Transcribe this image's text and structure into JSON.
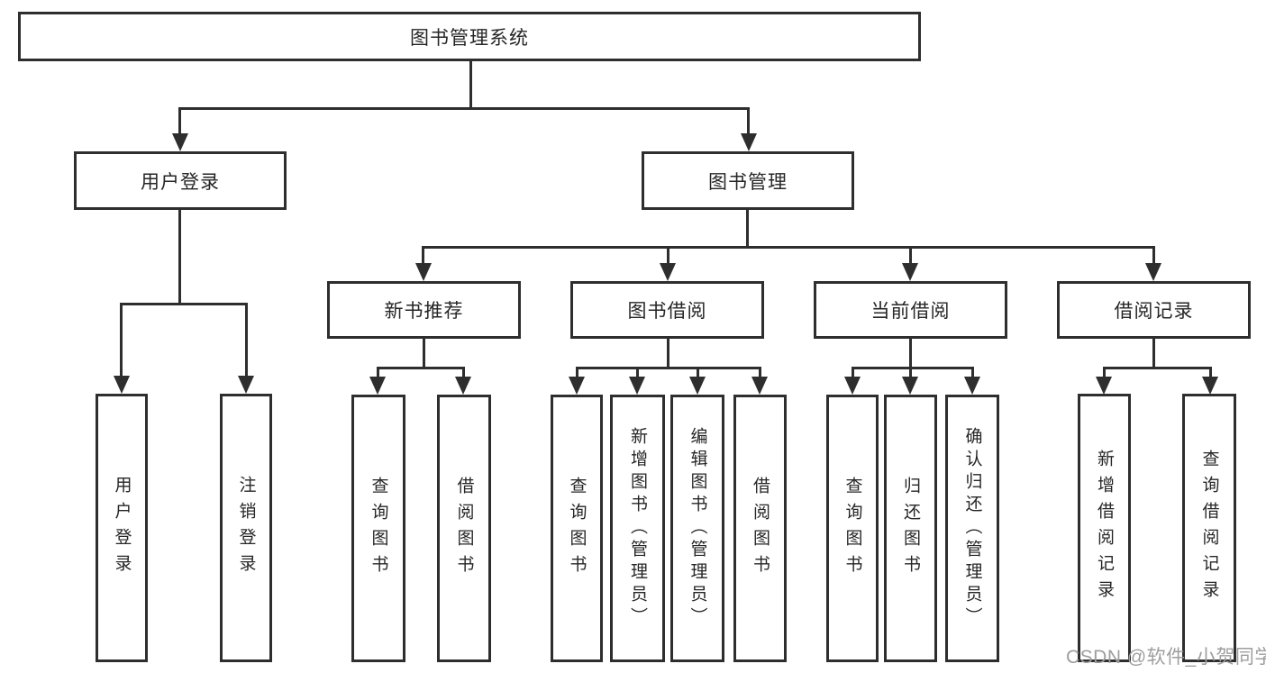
{
  "diagram": {
    "title": "图书管理系统",
    "nodes": {
      "root": "图书管理系统",
      "user_login": "用户登录",
      "book_management": "图书管理",
      "new_book_recommend": "新书推荐",
      "book_borrow": "图书借阅",
      "current_borrow": "当前借阅",
      "borrow_records": "借阅记录",
      "leaf_user_login": "用户登录",
      "leaf_logout": "注销登录",
      "leaf_rec_query_books": "查询图书",
      "leaf_rec_borrow_books": "借阅图书",
      "leaf_bb_query_books": "查询图书",
      "leaf_bb_add_books": "新增图书（管理员）",
      "leaf_bb_edit_books": "编辑图书（管理员）",
      "leaf_bb_borrow_books": "借阅图书",
      "leaf_cb_query_books": "查询图书",
      "leaf_cb_return_books": "归还图书",
      "leaf_cb_confirm_return": "确认归还（管理员）",
      "leaf_br_add_record": "新增借阅记录",
      "leaf_br_query_record": "查询借阅记录"
    },
    "edges": [
      [
        "root",
        "user_login"
      ],
      [
        "root",
        "book_management"
      ],
      [
        "user_login",
        "leaf_user_login"
      ],
      [
        "user_login",
        "leaf_logout"
      ],
      [
        "book_management",
        "new_book_recommend"
      ],
      [
        "book_management",
        "book_borrow"
      ],
      [
        "book_management",
        "current_borrow"
      ],
      [
        "book_management",
        "borrow_records"
      ],
      [
        "new_book_recommend",
        "leaf_rec_query_books"
      ],
      [
        "new_book_recommend",
        "leaf_rec_borrow_books"
      ],
      [
        "book_borrow",
        "leaf_bb_query_books"
      ],
      [
        "book_borrow",
        "leaf_bb_add_books"
      ],
      [
        "book_borrow",
        "leaf_bb_edit_books"
      ],
      [
        "book_borrow",
        "leaf_bb_borrow_books"
      ],
      [
        "current_borrow",
        "leaf_cb_query_books"
      ],
      [
        "current_borrow",
        "leaf_cb_return_books"
      ],
      [
        "current_borrow",
        "leaf_cb_confirm_return"
      ],
      [
        "borrow_records",
        "leaf_br_add_record"
      ],
      [
        "borrow_records",
        "leaf_br_query_record"
      ]
    ],
    "watermark": "CSDN @软件_小贺同学",
    "colors": {
      "line": "#2e2e2e",
      "text": "#262626",
      "watermark": "#9e9e9e",
      "background": "#ffffff"
    }
  }
}
